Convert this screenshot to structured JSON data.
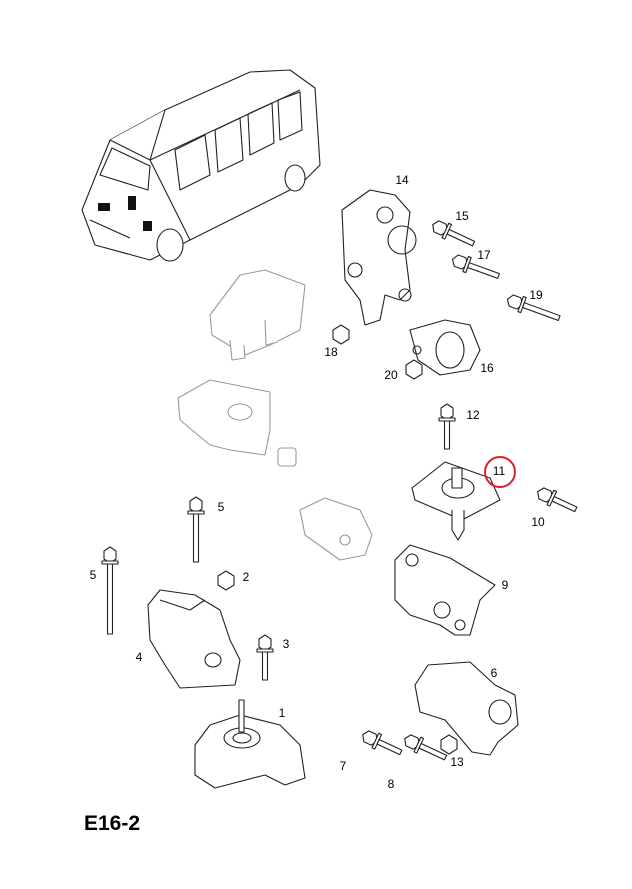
{
  "diagram": {
    "code": "E16-2",
    "highlight_color": "#d8262e",
    "highlighted_part": "11",
    "parts": [
      {
        "id": "p14",
        "label": "14"
      },
      {
        "id": "p15",
        "label": "15"
      },
      {
        "id": "p17",
        "label": "17"
      },
      {
        "id": "p19",
        "label": "19"
      },
      {
        "id": "p18",
        "label": "18"
      },
      {
        "id": "p20",
        "label": "20"
      },
      {
        "id": "p16",
        "label": "16"
      },
      {
        "id": "p12",
        "label": "12"
      },
      {
        "id": "p11",
        "label": "11"
      },
      {
        "id": "p10",
        "label": "10"
      },
      {
        "id": "p9",
        "label": "9"
      },
      {
        "id": "p5a",
        "label": "5"
      },
      {
        "id": "p5b",
        "label": "5"
      },
      {
        "id": "p2",
        "label": "2"
      },
      {
        "id": "p4",
        "label": "4"
      },
      {
        "id": "p3",
        "label": "3"
      },
      {
        "id": "p1",
        "label": "1"
      },
      {
        "id": "p6",
        "label": "6"
      },
      {
        "id": "p7",
        "label": "7"
      },
      {
        "id": "p8",
        "label": "8"
      },
      {
        "id": "p13",
        "label": "13"
      }
    ]
  }
}
